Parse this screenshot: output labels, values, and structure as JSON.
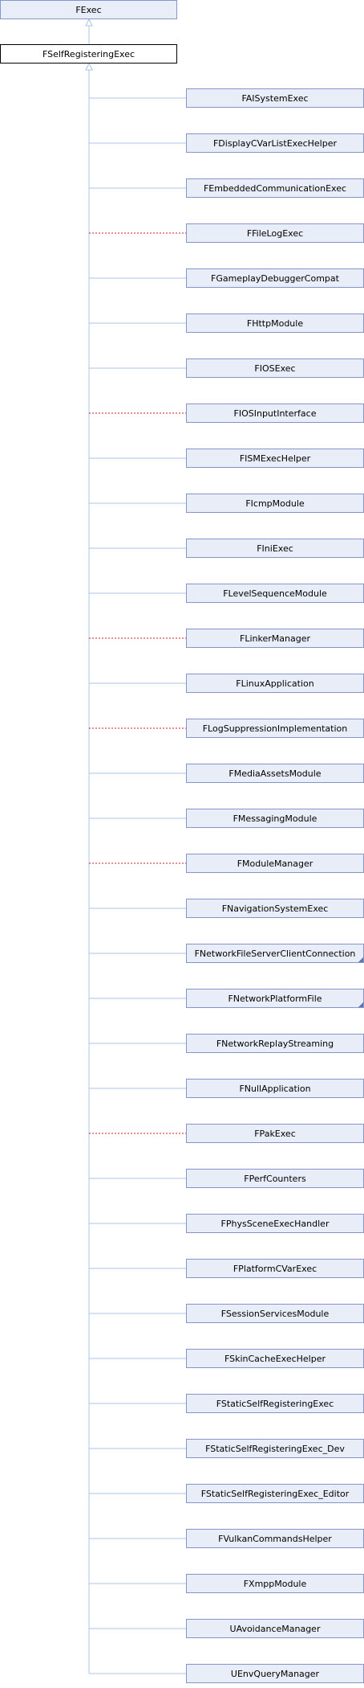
{
  "diagram": {
    "root": "FExec",
    "parent": "FSelfRegisteringExec",
    "colors": {
      "node_fill": "#e8edf7",
      "node_border": "#8496c6",
      "edge": "#a8c4e4",
      "private_edge": "#cc2222",
      "current_border": "#000000"
    },
    "children": [
      {
        "label": "FAISystemExec",
        "dotted": false,
        "truncated": false
      },
      {
        "label": "FDisplayCVarListExecHelper",
        "dotted": false,
        "truncated": false
      },
      {
        "label": "FEmbeddedCommunicationExec",
        "dotted": false,
        "truncated": false
      },
      {
        "label": "FFileLogExec",
        "dotted": true,
        "truncated": false
      },
      {
        "label": "FGameplayDebuggerCompat",
        "dotted": false,
        "truncated": false
      },
      {
        "label": "FHttpModule",
        "dotted": false,
        "truncated": false
      },
      {
        "label": "FIOSExec",
        "dotted": false,
        "truncated": false
      },
      {
        "label": "FIOSInputInterface",
        "dotted": true,
        "truncated": false
      },
      {
        "label": "FISMExecHelper",
        "dotted": false,
        "truncated": false
      },
      {
        "label": "FIcmpModule",
        "dotted": false,
        "truncated": false
      },
      {
        "label": "FIniExec",
        "dotted": false,
        "truncated": false
      },
      {
        "label": "FLevelSequenceModule",
        "dotted": false,
        "truncated": false
      },
      {
        "label": "FLinkerManager",
        "dotted": true,
        "truncated": false
      },
      {
        "label": "FLinuxApplication",
        "dotted": false,
        "truncated": false
      },
      {
        "label": "FLogSuppressionImplementation",
        "dotted": true,
        "truncated": false
      },
      {
        "label": "FMediaAssetsModule",
        "dotted": false,
        "truncated": false
      },
      {
        "label": "FMessagingModule",
        "dotted": false,
        "truncated": false
      },
      {
        "label": "FModuleManager",
        "dotted": true,
        "truncated": false
      },
      {
        "label": "FNavigationSystemExec",
        "dotted": false,
        "truncated": false
      },
      {
        "label": "FNetworkFileServerClientConnection",
        "dotted": false,
        "truncated": true
      },
      {
        "label": "FNetworkPlatformFile",
        "dotted": false,
        "truncated": true
      },
      {
        "label": "FNetworkReplayStreaming",
        "dotted": false,
        "truncated": false
      },
      {
        "label": "FNullApplication",
        "dotted": false,
        "truncated": false
      },
      {
        "label": "FPakExec",
        "dotted": true,
        "truncated": false
      },
      {
        "label": "FPerfCounters",
        "dotted": false,
        "truncated": false
      },
      {
        "label": "FPhysSceneExecHandler",
        "dotted": false,
        "truncated": false
      },
      {
        "label": "FPlatformCVarExec",
        "dotted": false,
        "truncated": false
      },
      {
        "label": "FSessionServicesModule",
        "dotted": false,
        "truncated": false
      },
      {
        "label": "FSkinCacheExecHelper",
        "dotted": false,
        "truncated": false
      },
      {
        "label": "FStaticSelfRegisteringExec",
        "dotted": false,
        "truncated": false
      },
      {
        "label": "FStaticSelfRegisteringExec_Dev",
        "dotted": false,
        "truncated": false
      },
      {
        "label": "FStaticSelfRegisteringExec_Editor",
        "dotted": false,
        "truncated": false
      },
      {
        "label": "FVulkanCommandsHelper",
        "dotted": false,
        "truncated": false
      },
      {
        "label": "FXmppModule",
        "dotted": false,
        "truncated": false
      },
      {
        "label": "UAvoidanceManager",
        "dotted": false,
        "truncated": false
      },
      {
        "label": "UEnvQueryManager",
        "dotted": false,
        "truncated": false
      }
    ]
  }
}
